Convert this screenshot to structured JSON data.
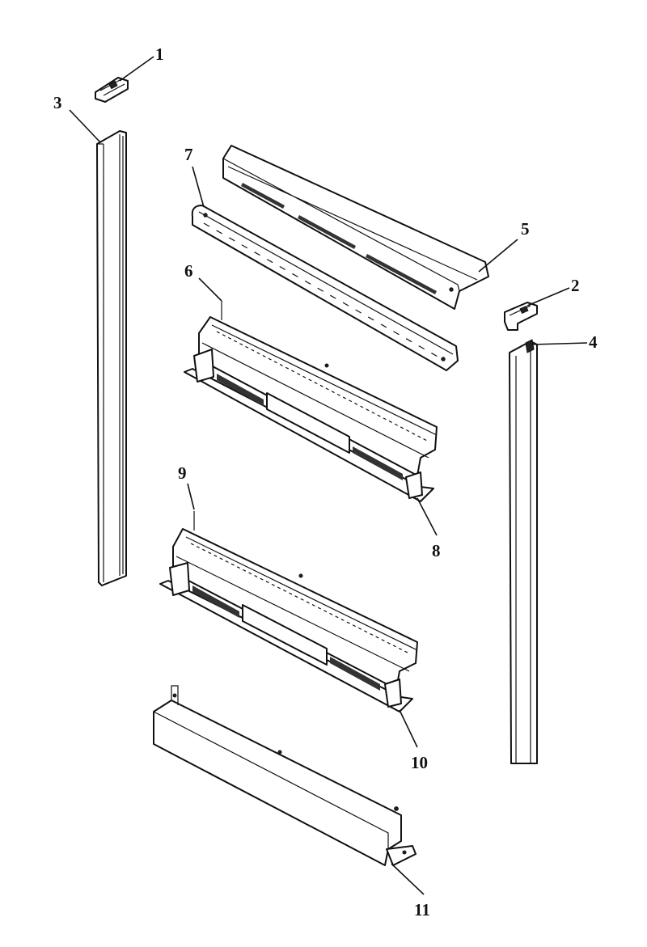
{
  "diagram": {
    "line_color": "#111111",
    "background": "#ffffff",
    "callouts": [
      {
        "id": "1",
        "label": "1"
      },
      {
        "id": "2",
        "label": "2"
      },
      {
        "id": "3",
        "label": "3"
      },
      {
        "id": "4",
        "label": "4"
      },
      {
        "id": "5",
        "label": "5"
      },
      {
        "id": "6",
        "label": "6"
      },
      {
        "id": "7",
        "label": "7"
      },
      {
        "id": "8",
        "label": "8"
      },
      {
        "id": "9",
        "label": "9"
      },
      {
        "id": "10",
        "label": "10"
      },
      {
        "id": "11",
        "label": "11"
      }
    ]
  }
}
